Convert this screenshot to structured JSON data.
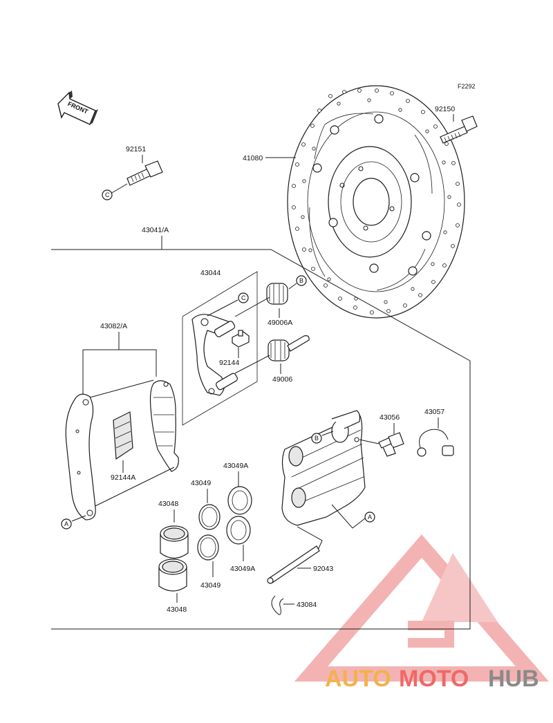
{
  "diagram_code": "F2292",
  "front_label": "FRONT",
  "parts": {
    "disc": "41080",
    "bolt_disc": "92150",
    "bolt_c": "92151",
    "caliper_assy": "43041/A",
    "bracket": "43044",
    "boot_a": "49006A",
    "boot": "49006",
    "clip_92144": "92144",
    "pad_assy": "43082/A",
    "shim": "92144A",
    "bleeder": "43056",
    "cap": "43057",
    "seal_upper": "43049A",
    "seal_lower": "43049A",
    "seal_a1": "43049",
    "seal_a2": "43049",
    "piston_upper": "43048",
    "piston_lower": "43048",
    "pin": "92043",
    "clip_43084": "43084"
  },
  "refs": {
    "a": "A",
    "b": "B",
    "c": "C"
  },
  "watermark": {
    "part1": "AUTO",
    "part2": "MOTO",
    "part3": "HUB"
  },
  "colors": {
    "wm_orange": "#f3b24a",
    "wm_red": "#ee6969",
    "wm_gray": "#8a8a8a",
    "triangle": "#f0a3a3"
  }
}
